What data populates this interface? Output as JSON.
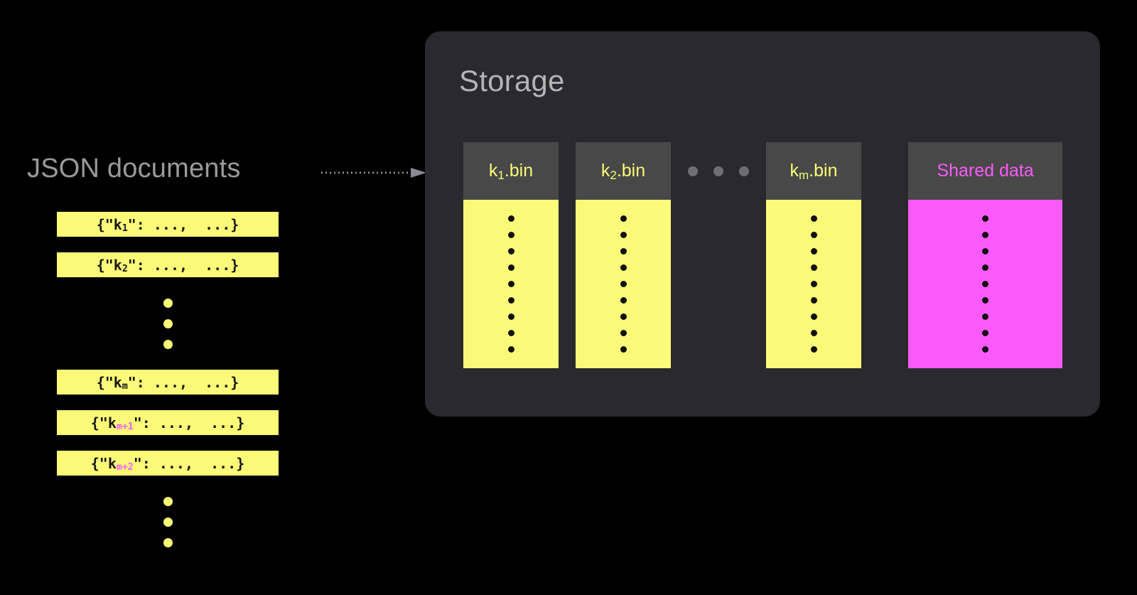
{
  "diagram": {
    "background_color": "#000000",
    "accent_yellow": "#FAFA78",
    "accent_magenta": "#FA5AFA",
    "panel_color": "#2A2A2E",
    "bin_header_color": "#484848",
    "label_gray": "#9a9a9a"
  },
  "left": {
    "title": "JSON documents",
    "documents": [
      {
        "prefix": "{\"k",
        "sub": "1",
        "suffix": "\": ...,  ...}",
        "highlight": false
      },
      {
        "prefix": "{\"k",
        "sub": "2",
        "suffix": "\": ...,  ...}",
        "highlight": false
      },
      {
        "prefix": "{\"k",
        "sub": "m",
        "suffix": "\": ...,  ...}",
        "highlight": false
      },
      {
        "prefix": "{\"k",
        "sub": "m+1",
        "suffix": "\": ...,  ...}",
        "highlight": true
      },
      {
        "prefix": "{\"k",
        "sub": "m+2",
        "suffix": "\": ...,  ...}",
        "highlight": true
      }
    ],
    "ellipsis_dot_count": 3
  },
  "arrow": {
    "style": "dotted",
    "color": "#8a8a8f",
    "direction": "right",
    "name": "json-to-storage-arrow"
  },
  "storage": {
    "title": "Storage",
    "bins": [
      {
        "label_prefix": "k",
        "label_sub": "1",
        "label_suffix": ".bin",
        "body_color": "#FAFA78",
        "dot_count": 9,
        "kind": "bin"
      },
      {
        "label_prefix": "k",
        "label_sub": "2",
        "label_suffix": ".bin",
        "body_color": "#FAFA78",
        "dot_count": 9,
        "kind": "bin"
      },
      {
        "label_prefix": "k",
        "label_sub": "m",
        "label_suffix": ".bin",
        "body_color": "#FAFA78",
        "dot_count": 9,
        "kind": "bin"
      },
      {
        "label_prefix": "Shared data",
        "label_sub": "",
        "label_suffix": "",
        "body_color": "#FA5AFA",
        "dot_count": 9,
        "kind": "shared"
      }
    ],
    "bin_ellipsis_dot_count": 3
  }
}
